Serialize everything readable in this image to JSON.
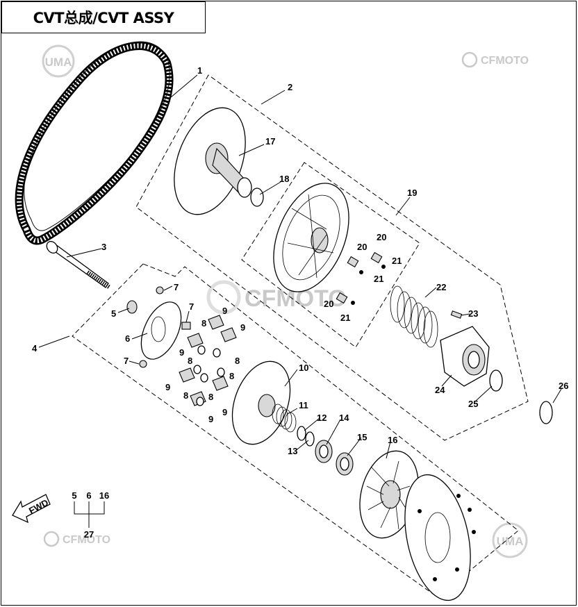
{
  "title": "CVT总成/CVT ASSY",
  "watermarks": {
    "uma": "UMA",
    "cfmoto": "CFMOTO"
  },
  "fwd_label": "FWD",
  "kit": {
    "members": [
      "5",
      "6",
      "16"
    ],
    "number": "27"
  },
  "callouts": [
    "1",
    "2",
    "3",
    "4",
    "5",
    "6",
    "7",
    "7",
    "7",
    "8",
    "8",
    "8",
    "8",
    "8",
    "8",
    "9",
    "9",
    "9",
    "9",
    "9",
    "9",
    "10",
    "11",
    "12",
    "13",
    "14",
    "15",
    "16",
    "17",
    "18",
    "19",
    "20",
    "20",
    "20",
    "21",
    "21",
    "21",
    "22",
    "23",
    "24",
    "25",
    "26"
  ],
  "colors": {
    "line": "#000000",
    "watermark": "#c9c9c9",
    "part_fill": "#d8d8d8"
  }
}
